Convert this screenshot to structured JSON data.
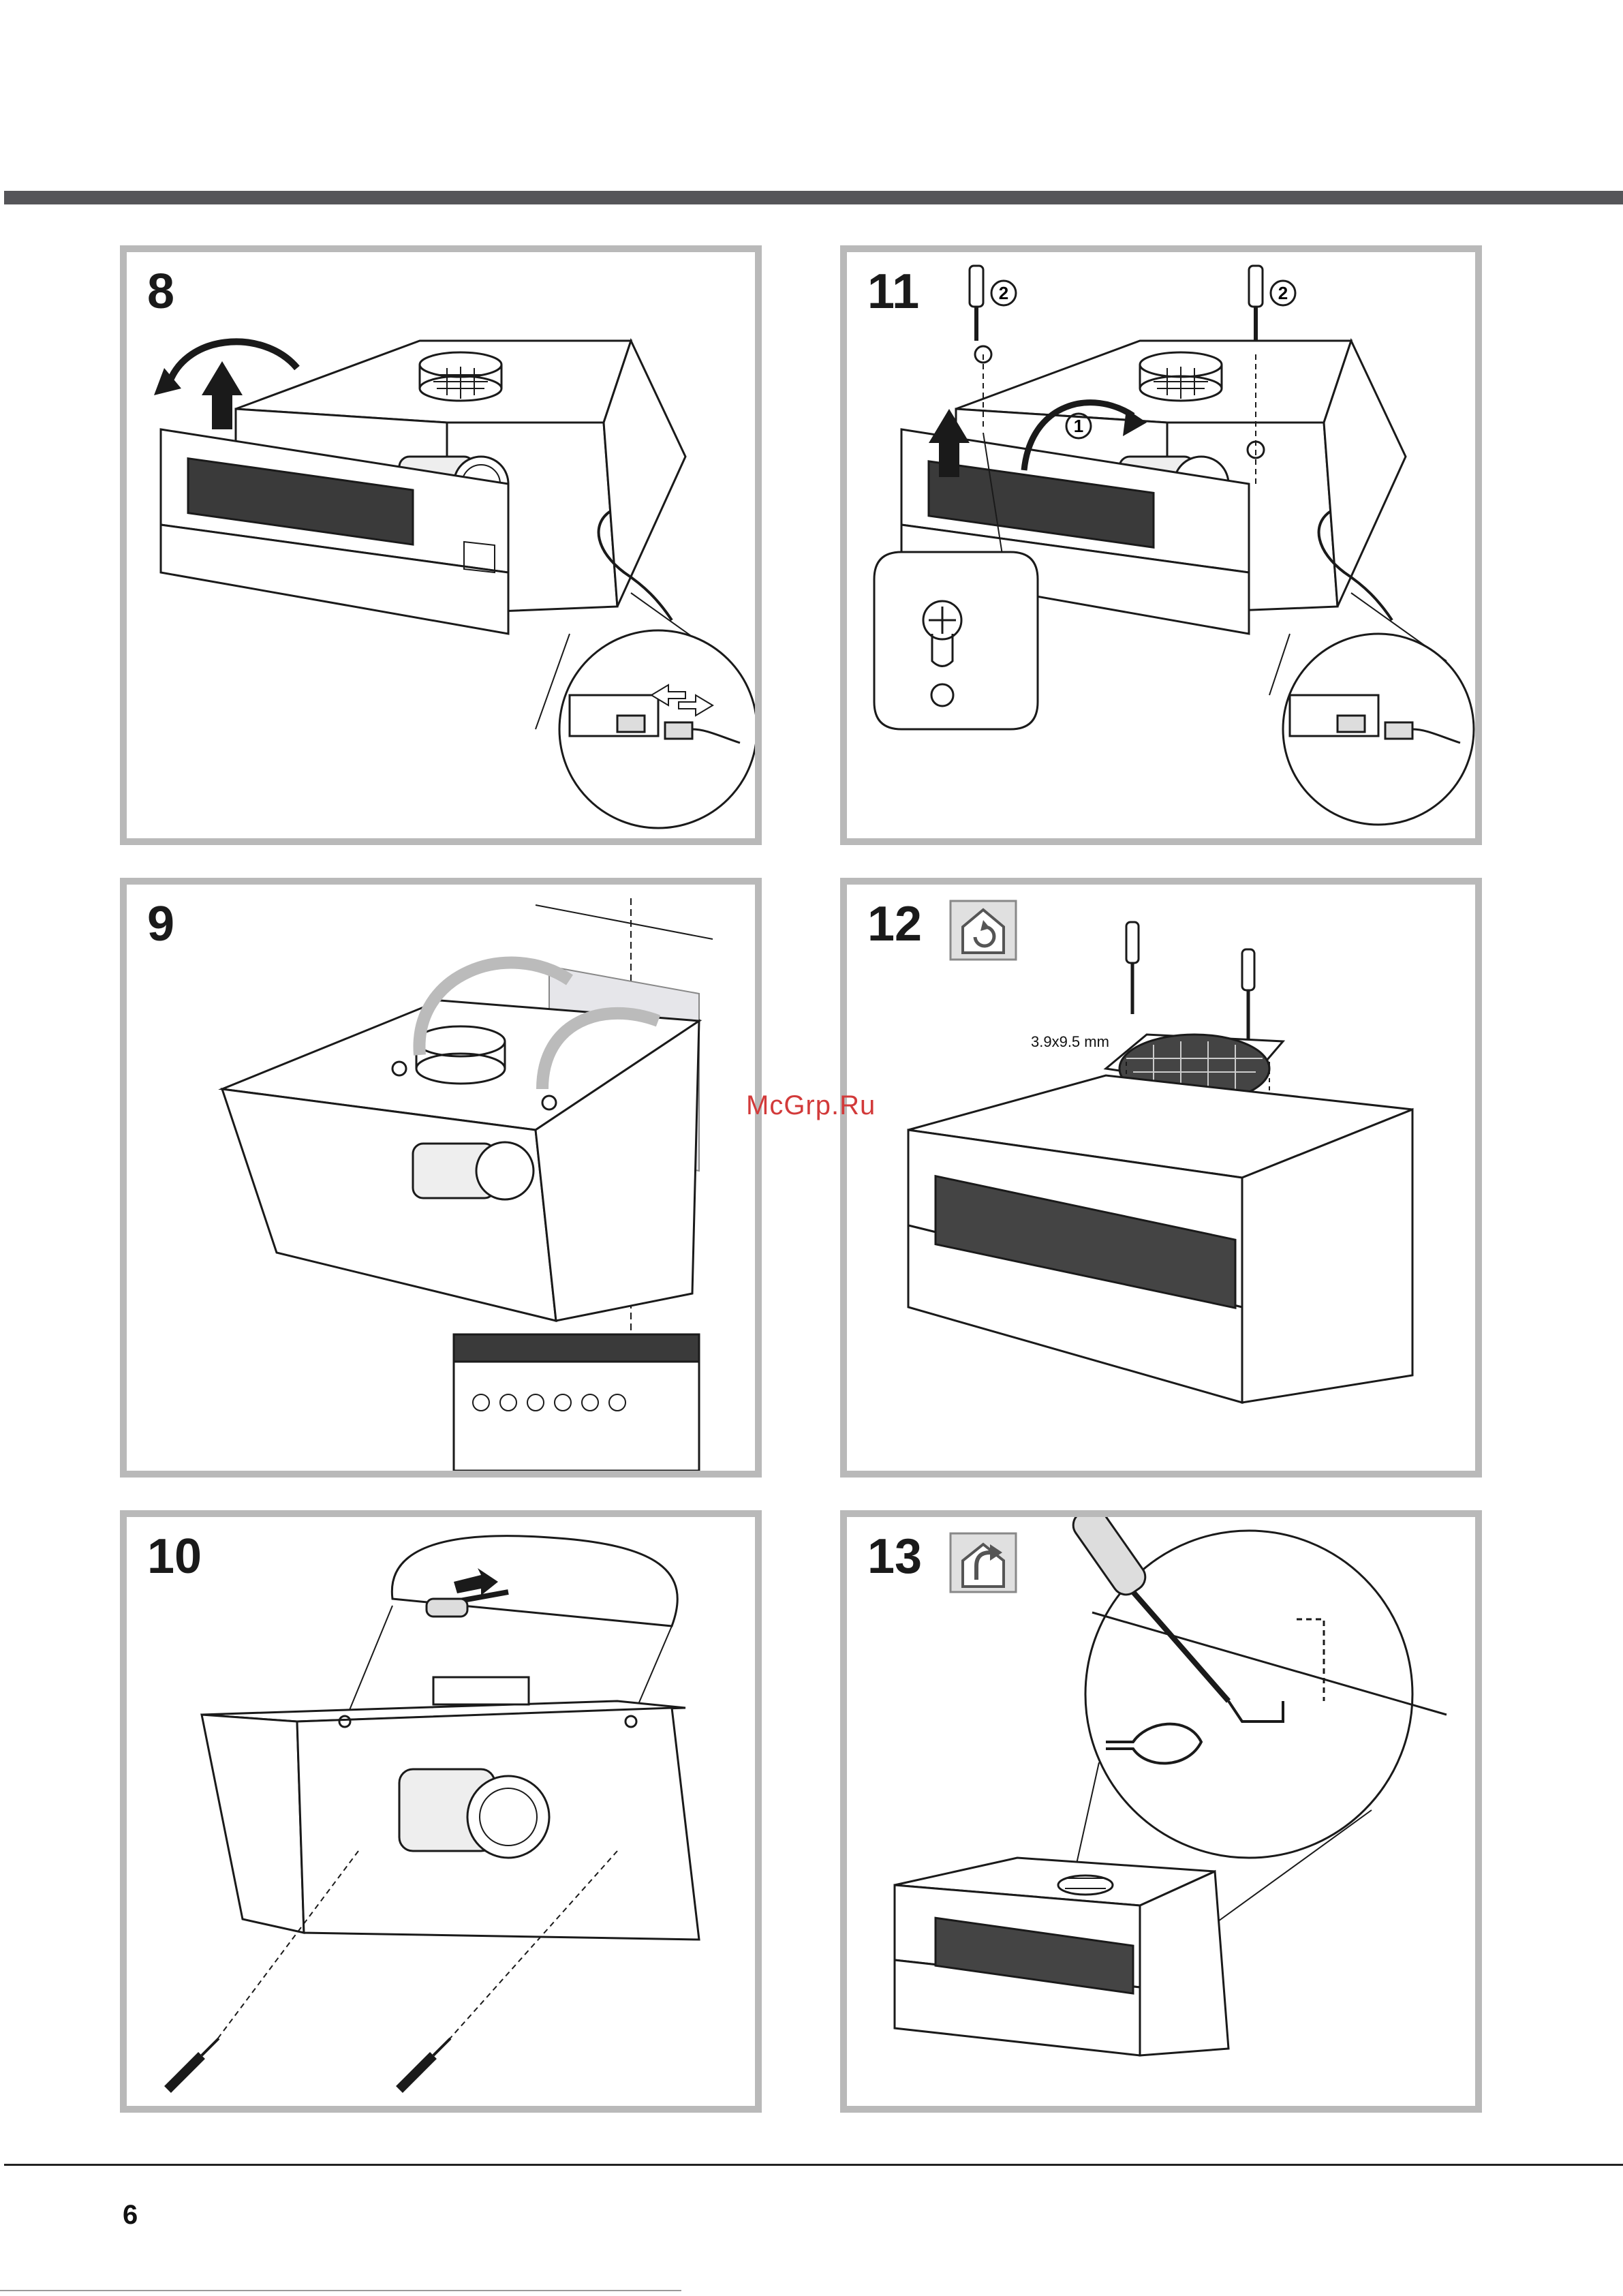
{
  "page": {
    "number": "6",
    "watermark": "McGrp.Ru"
  },
  "steps": [
    {
      "id": "8",
      "label": "8"
    },
    {
      "id": "9",
      "label": "9"
    },
    {
      "id": "10",
      "label": "10"
    },
    {
      "id": "11",
      "label": "11",
      "markers": [
        "2",
        "2",
        "1"
      ]
    },
    {
      "id": "12",
      "label": "12",
      "icon": "recirculation-mode-icon",
      "dimension": "3.9x9.5 mm"
    },
    {
      "id": "13",
      "label": "13",
      "icon": "ducted-mode-icon"
    }
  ],
  "colors": {
    "panel_border": "#b9b9b9",
    "top_bar": "#555559",
    "watermark": "#d23a3a",
    "line_art": "#1a1a1a"
  }
}
